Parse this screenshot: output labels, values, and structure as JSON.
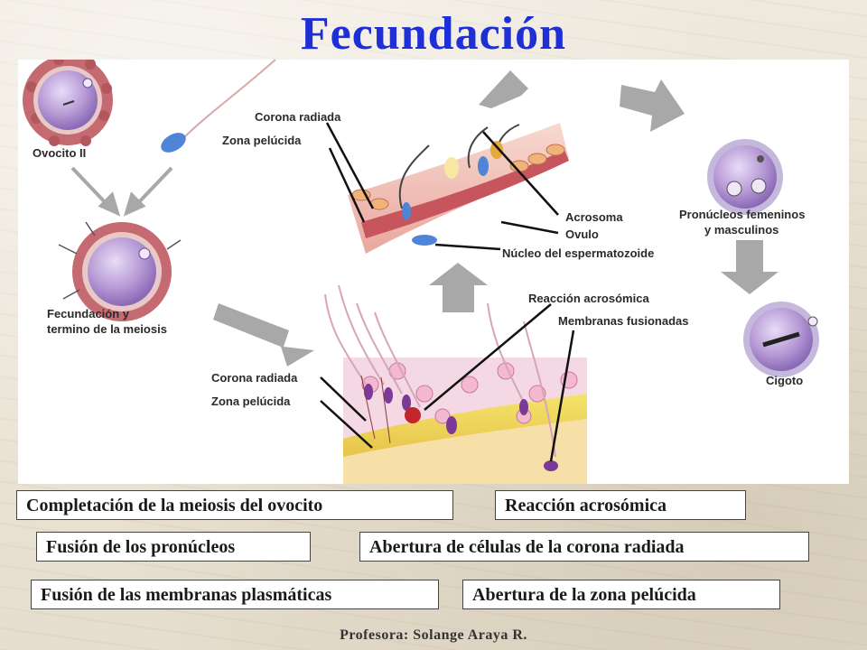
{
  "title": "Fecundación",
  "diagram_labels": {
    "ovocito": "Ovocito II",
    "fecundacion_line1": "Fecundación y",
    "fecundacion_line2": "termino de la meiosis",
    "corona_top": "Corona radiada",
    "zona_top": "Zona pelúcida",
    "acrosoma": "Acrosoma",
    "ovulo": "Ovulo",
    "nucleo": "Núcleo del espermatozoide",
    "pronucleos_line1": "Pronúcleos femeninos",
    "pronucleos_line2": "y masculinos",
    "reaccion": "Reacción acrosómica",
    "membranas": "Membranas fusionadas",
    "corona_bottom": "Corona radiada",
    "zona_bottom": "Zona pelúcida",
    "cigoto": "Cigoto"
  },
  "boxes": {
    "completacion": "Completación de la meiosis del ovocito",
    "reaccion": "Reacción acrosómica",
    "fusion_pronucleos": "Fusión de los pronúcleos",
    "abertura_corona": "Abertura de células de la corona radiada",
    "fusion_membranas": "Fusión de las membranas plasmáticas",
    "abertura_zona": "Abertura de la zona pelúcida"
  },
  "footer": "Profesora: Solange Araya R.",
  "colors": {
    "title": "#1f2fd6",
    "cell": "#b79ad6",
    "corona": "#c66a72",
    "arrow": "#a8a8a8"
  }
}
